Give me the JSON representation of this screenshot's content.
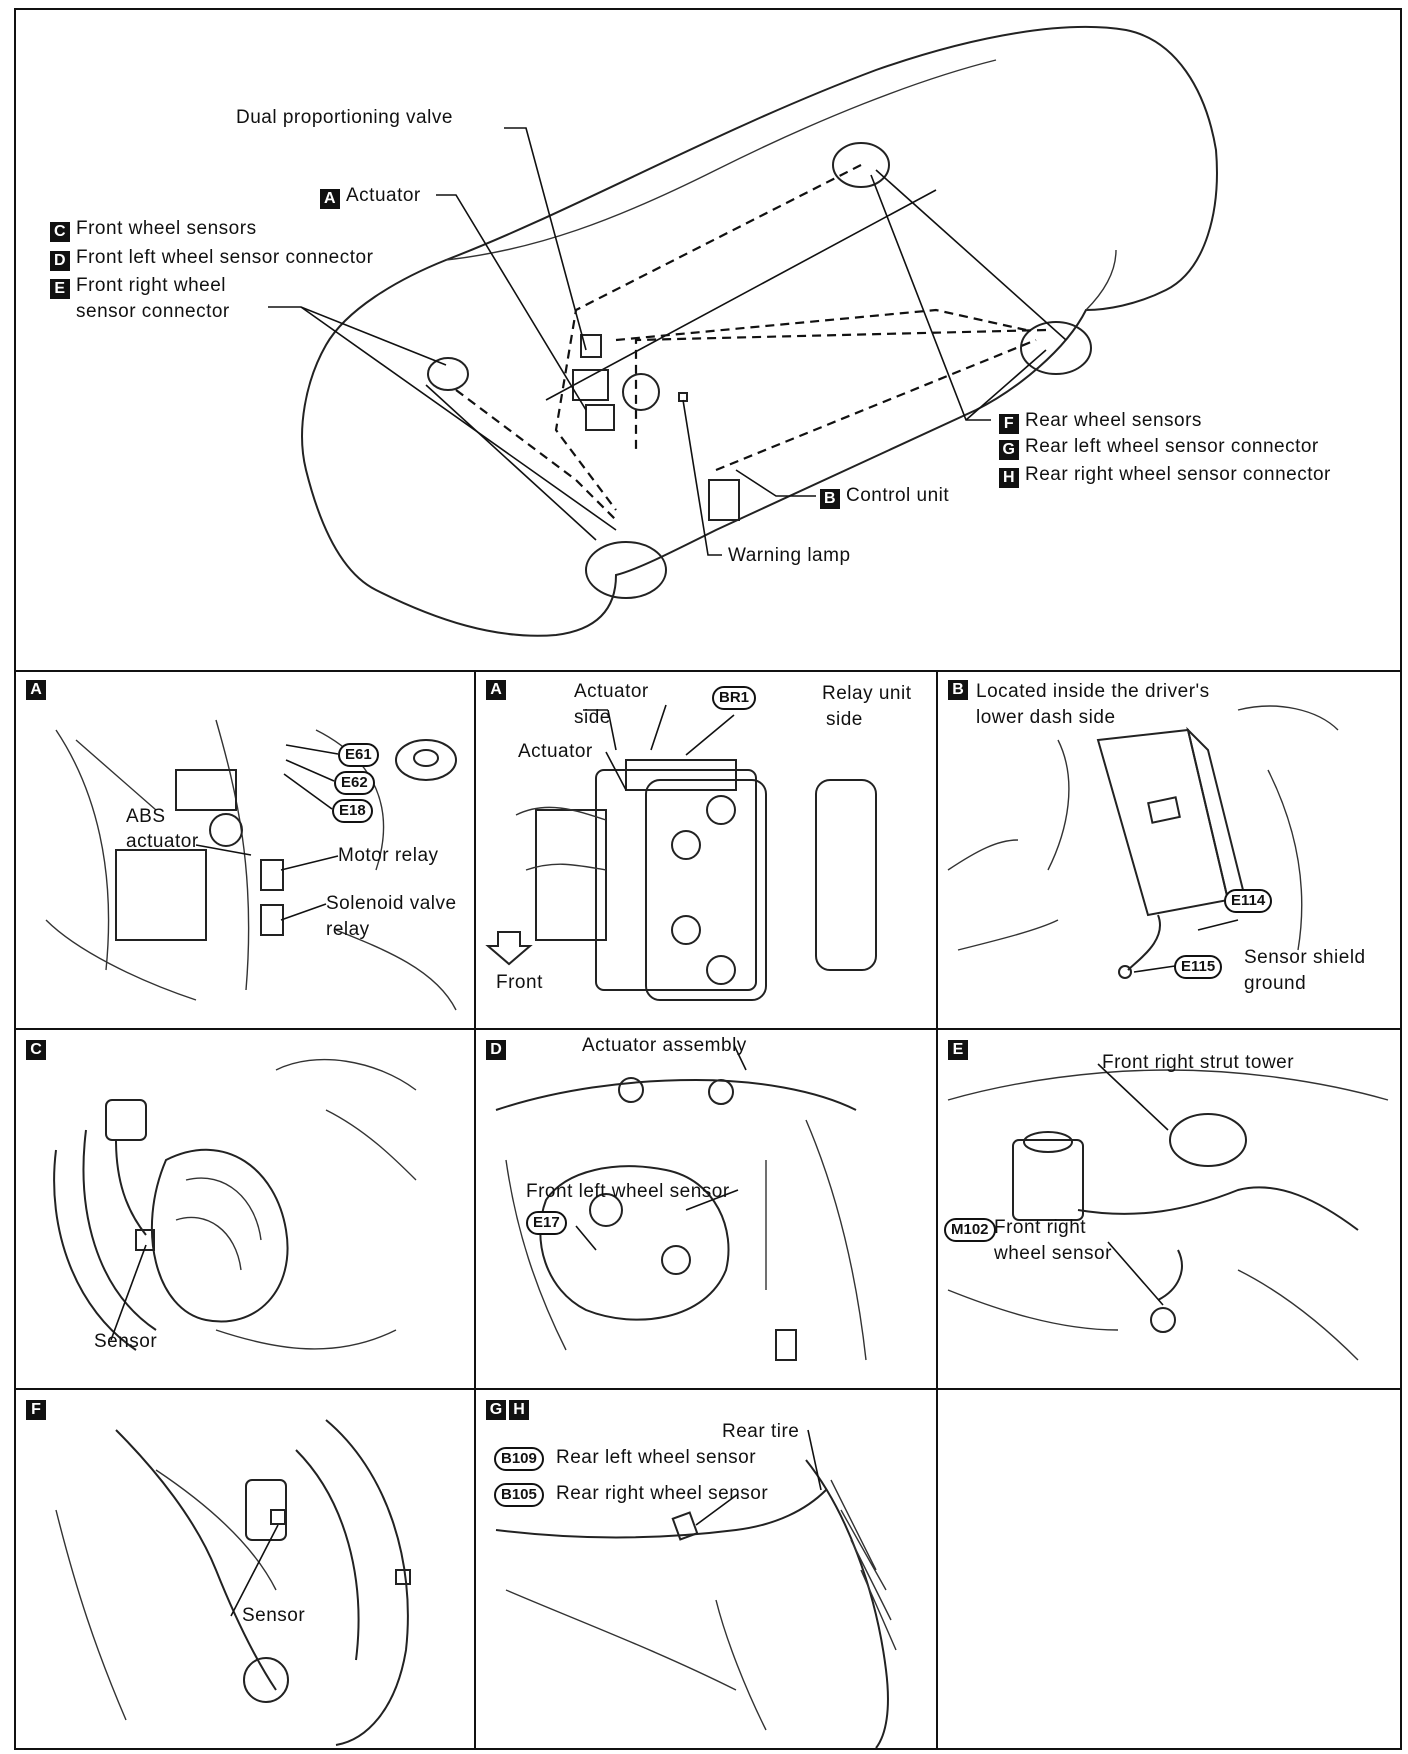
{
  "overview": {
    "dual_proportioning_valve": "Dual proportioning valve",
    "actuator": {
      "key": "A",
      "label": "Actuator"
    },
    "front_wheel_sensors": {
      "key": "C",
      "label": "Front wheel sensors"
    },
    "front_left_connector": {
      "key": "D",
      "label": "Front left wheel sensor connector"
    },
    "front_right_connector": {
      "key": "E",
      "label_line1": "Front right wheel",
      "label_line2": "sensor connector"
    },
    "rear_wheel_sensors": {
      "key": "F",
      "label": "Rear wheel sensors"
    },
    "rear_left_connector": {
      "key": "G",
      "label": "Rear left wheel sensor connector"
    },
    "rear_right_connector": {
      "key": "H",
      "label": "Rear right wheel sensor connector"
    },
    "control_unit": {
      "key": "B",
      "label": "Control unit"
    },
    "warning_lamp": "Warning lamp"
  },
  "panels": {
    "a1": {
      "key": "A",
      "connectors": [
        "E61",
        "E62",
        "E18"
      ],
      "abs_actuator_line1": "ABS",
      "abs_actuator_line2": "actuator",
      "motor_relay": "Motor relay",
      "solenoid_line1": "Solenoid valve",
      "solenoid_line2": "relay"
    },
    "a2": {
      "key": "A",
      "actuator_side_line1": "Actuator",
      "actuator_side_line2": "side",
      "connector": "BR1",
      "relay_side_line1": "Relay unit",
      "relay_side_line2": "side",
      "actuator": "Actuator",
      "front": "Front"
    },
    "b": {
      "key": "B",
      "located_line1": "Located inside the driver's",
      "located_line2": "lower dash side",
      "connector_1": "E114",
      "connector_2": "E115",
      "shield_line1": "Sensor shield",
      "shield_line2": "ground"
    },
    "c": {
      "key": "C",
      "sensor": "Sensor"
    },
    "d": {
      "key": "D",
      "actuator_assembly": "Actuator assembly",
      "front_left_sensor": "Front left wheel sensor",
      "connector": "E17"
    },
    "e": {
      "key": "E",
      "strut_tower": "Front right strut tower",
      "connector": "M102",
      "sensor_line1": "Front right",
      "sensor_line2": "wheel sensor"
    },
    "f": {
      "key": "F",
      "sensor": "Sensor"
    },
    "gh": {
      "key_1": "G",
      "key_2": "H",
      "rear_tire": "Rear tire",
      "connector_1": "B109",
      "rear_left_sensor": "Rear left wheel sensor",
      "connector_2": "B105",
      "rear_right_sensor": "Rear right wheel sensor"
    }
  }
}
